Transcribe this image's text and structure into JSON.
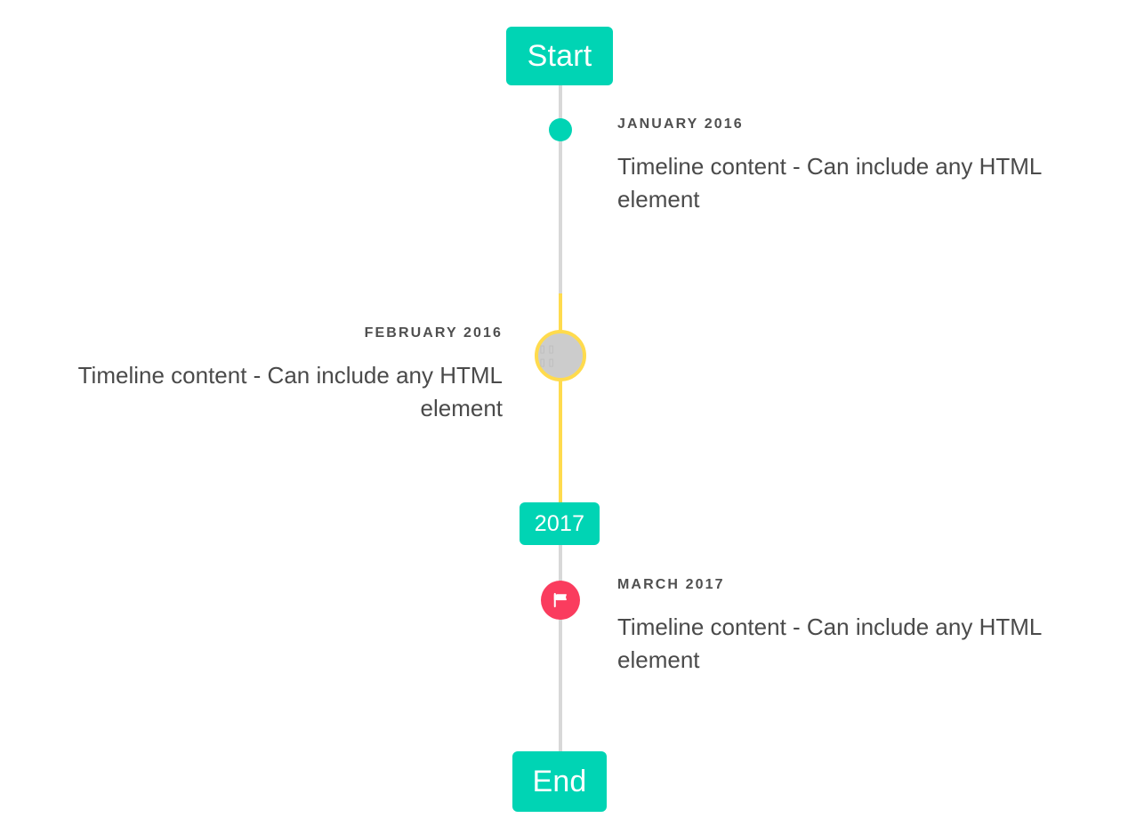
{
  "theme": {
    "background": "#ffffff",
    "accent_teal": "#00d4b4",
    "accent_yellow": "#ffdb4d",
    "accent_pink": "#fa3c5e",
    "line_gray": "#d8d8d8",
    "marker_gray": "#cccccc",
    "text_dark": "#4a4a4a",
    "text_date": "#4f4f4f"
  },
  "timeline": {
    "start_badge": "Start",
    "year_badge": "2017",
    "end_badge": "End",
    "entries": [
      {
        "date": "JANUARY 2016",
        "body": "Timeline content - Can include any HTML element",
        "side": "right",
        "marker": "teal-dot"
      },
      {
        "date": "FEBRUARY 2016",
        "body": "Timeline content - Can include any HTML element",
        "side": "left",
        "marker": "yellow-ring-placeholder",
        "placeholder_glyph": "▯▯ ▯▯"
      },
      {
        "date": "MARCH 2017",
        "body": "Timeline content - Can include any HTML element",
        "side": "right",
        "marker": "pink-flag"
      }
    ]
  }
}
